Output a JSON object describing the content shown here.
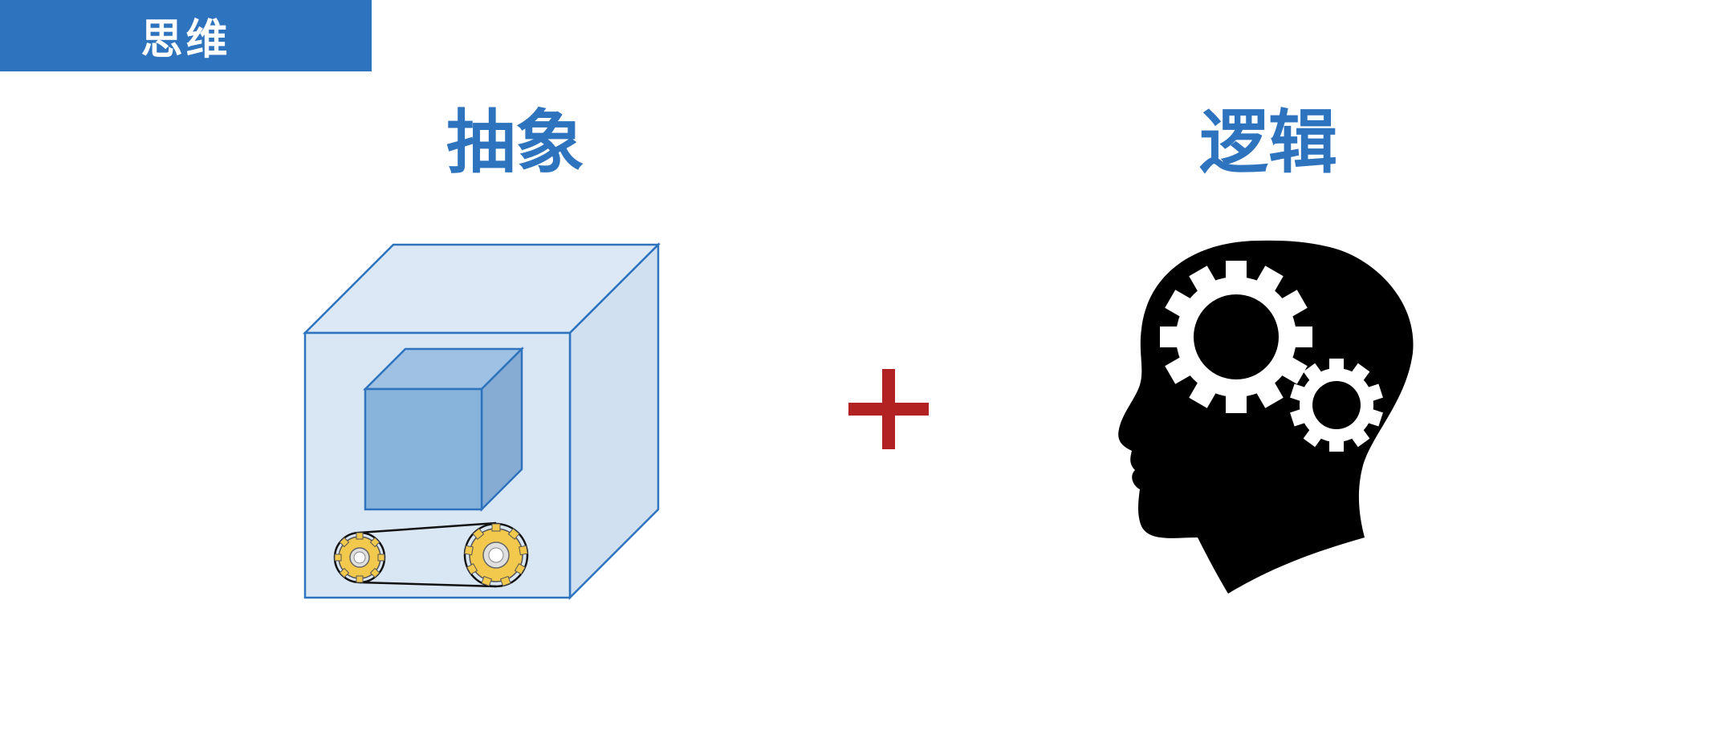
{
  "banner": {
    "label": "思维",
    "color": "#2e73be"
  },
  "headings": {
    "left": "抽象",
    "right": "逻辑",
    "color": "#2e73be"
  },
  "operator": {
    "symbol": "plus-icon",
    "color": "#b22222"
  },
  "figures": {
    "left": "box-with-cube-and-gears",
    "right": "head-with-gears-icon"
  }
}
